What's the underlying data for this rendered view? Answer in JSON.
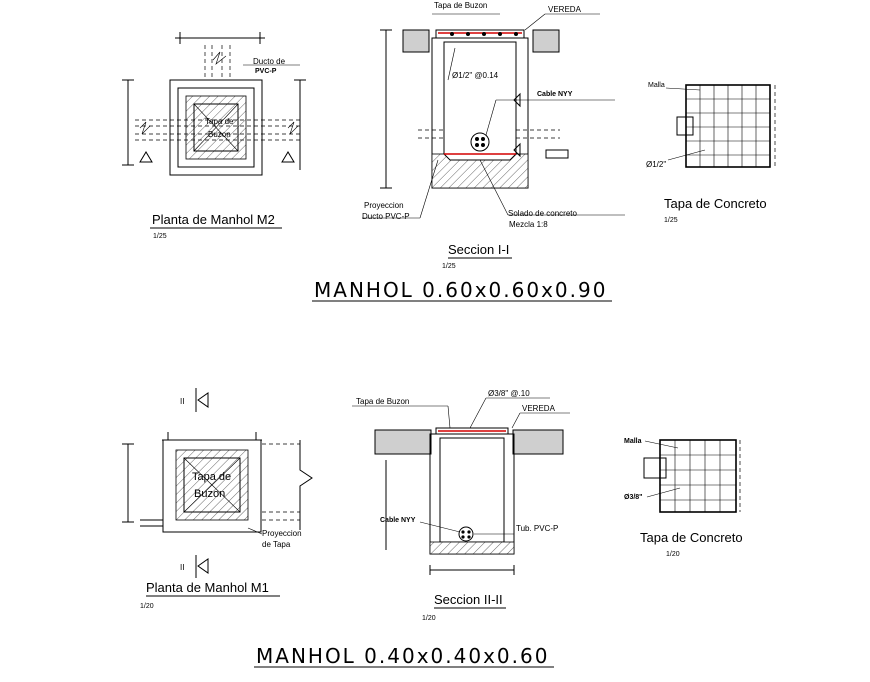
{
  "top": {
    "plan": {
      "title": "Planta de Manhol M2",
      "scale": "1/25",
      "cover_label_line1": "Tapa de",
      "cover_label_line2": "Buzon",
      "duct_label_line1": "Ducto de",
      "duct_label_line2": "PVC-P"
    },
    "section": {
      "title": "Seccion I-I",
      "scale": "1/25",
      "cover_label": "Tapa de Buzon",
      "sidewalk_label": "VEREDA",
      "rebar_label": "Ø1/2\" @0.14",
      "cable_label": "Cable NYY",
      "projection_label_line1": "Proyeccion",
      "projection_label_line2": "Ducto PVC-P",
      "slab_label_line1": "Solado de concreto",
      "slab_label_line2": "Mezcla 1:8"
    },
    "cover": {
      "title": "Tapa de Concreto",
      "scale": "1/25",
      "mesh_label": "Malla",
      "bar_label": "Ø1/2\""
    },
    "heading": "MANHOL  0.60x0.60x0.90"
  },
  "bottom": {
    "plan": {
      "title": "Planta de Manhol M1",
      "scale": "1/20",
      "cut_label": "II",
      "cover_label_line1": "Tapa de",
      "cover_label_line2": "Buzon",
      "projection_label_line1": "Proyeccion",
      "projection_label_line2": "de Tapa"
    },
    "section": {
      "title": "Seccion II-II",
      "scale": "1/20",
      "cover_label": "Tapa de Buzon",
      "rebar_label": "Ø3/8\" @.10",
      "sidewalk_label": "VEREDA",
      "cable_label": "Cable NYY",
      "pipe_label": "Tub. PVC-P"
    },
    "cover": {
      "title": "Tapa de Concreto",
      "scale": "1/20",
      "mesh_label": "Malla",
      "bar_label": "Ø3/8\""
    },
    "heading": "MANHOL  0.40x0.40x0.60"
  }
}
